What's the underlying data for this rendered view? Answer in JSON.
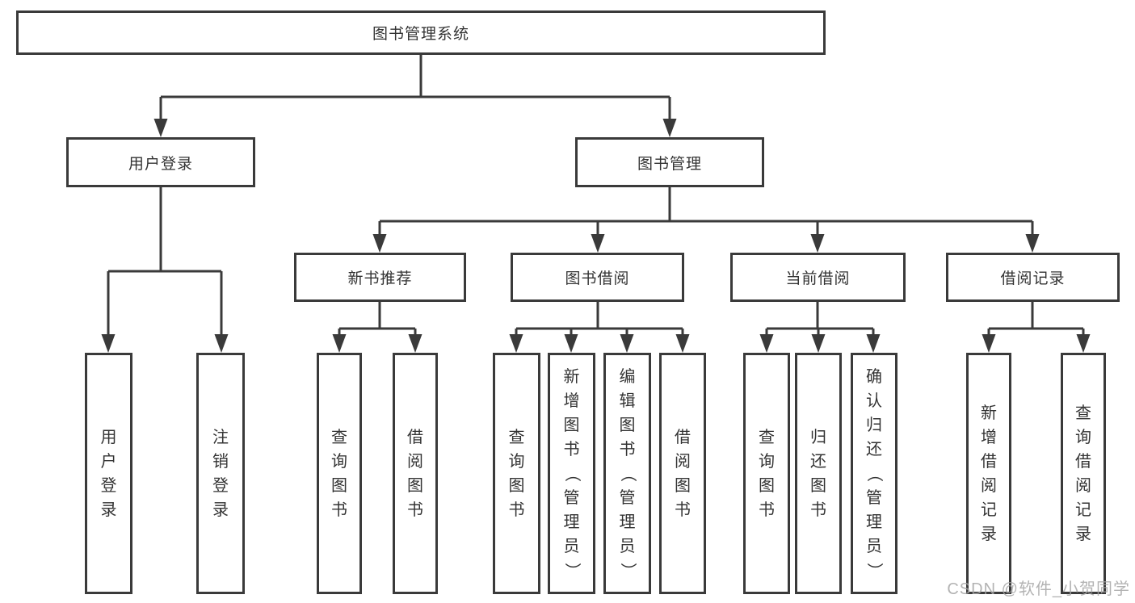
{
  "diagram": {
    "root": {
      "label": "图书管理系统"
    },
    "branches": [
      {
        "label": "用户登录",
        "children": [
          {
            "label": "用户登录"
          },
          {
            "label": "注销登录"
          }
        ]
      },
      {
        "label": "图书管理",
        "children": [
          {
            "label": "新书推荐",
            "children": [
              {
                "label": "查询图书"
              },
              {
                "label": "借阅图书"
              }
            ]
          },
          {
            "label": "图书借阅",
            "children": [
              {
                "label": "查询图书"
              },
              {
                "label": "新增图书（管理员）"
              },
              {
                "label": "编辑图书（管理员）"
              },
              {
                "label": "借阅图书"
              }
            ]
          },
          {
            "label": "当前借阅",
            "children": [
              {
                "label": "查询图书"
              },
              {
                "label": "归还图书"
              },
              {
                "label": "确认归还（管理员）"
              }
            ]
          },
          {
            "label": "借阅记录",
            "children": [
              {
                "label": "新增借阅记录"
              },
              {
                "label": "查询借阅记录"
              }
            ]
          }
        ]
      }
    ]
  },
  "watermark": {
    "text": "CSDN @软件_小贺同学"
  },
  "colors": {
    "line": "#3a3a3a",
    "text": "#333333",
    "watermark_gray": "#a6a6a6",
    "background": "#ffffff"
  }
}
